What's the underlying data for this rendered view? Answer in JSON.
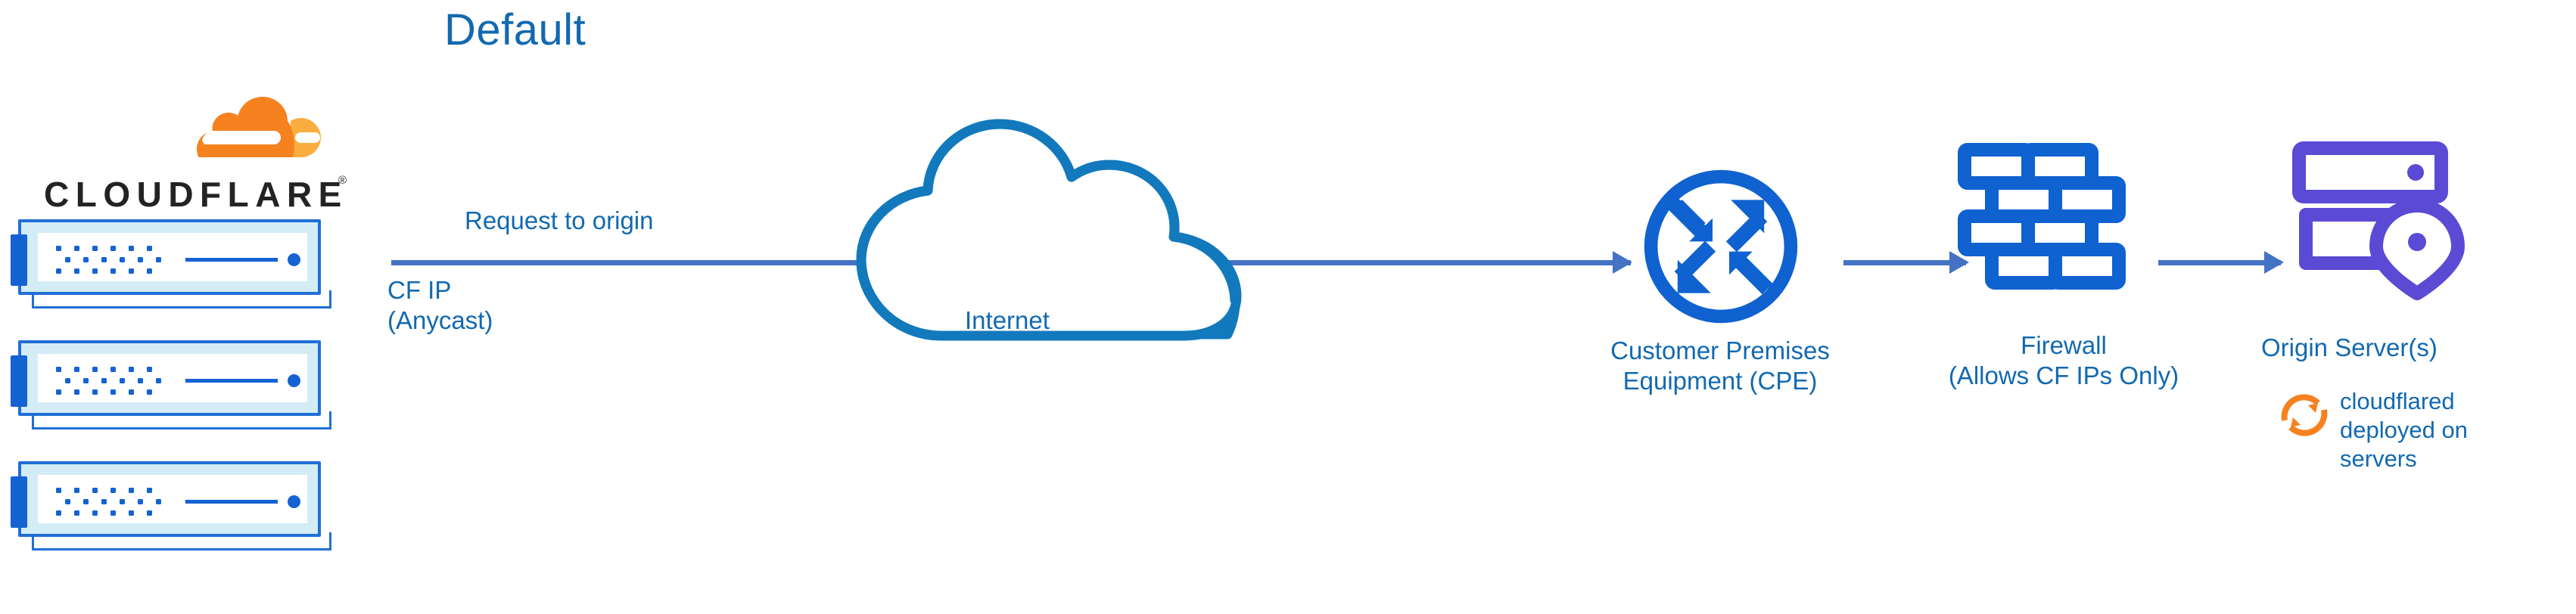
{
  "diagram": {
    "title": "Default",
    "type": "network-architecture-flow"
  },
  "brand": {
    "logo_wordmark": "CLOUDFLARE",
    "logo_trademark": "®",
    "logo_icon": "cloudflare-cloud-logo",
    "colors": {
      "orange_dark": "#f6821f",
      "orange_light": "#faae40",
      "wordmark": "#232323"
    }
  },
  "colors": {
    "title_blue": "#1269b0",
    "label_blue": "#1269b0",
    "arrow_blue": "#4472c4",
    "icon_blue": "#0f62d0",
    "cloud_outline_blue": "#1279bd",
    "server_blue": "#1562d3",
    "server_fill": "#d3ecf6",
    "origin_purple": "#5b4ad4",
    "cloudflared_orange": "#f6821f"
  },
  "servers": {
    "icon": "rack-server-icon",
    "count": 3,
    "dot_rows": 3,
    "dots_per_row": 6
  },
  "labels": {
    "request_to_origin": "Request to origin",
    "cf_ip": "CF IP\n(Anycast)",
    "internet": "Internet",
    "cpe": "Customer Premises\nEquipment (CPE)",
    "firewall": "Firewall\n(Allows CF IPs Only)",
    "origin_server": "Origin Server(s)",
    "cloudflared": "cloudflared\ndeployed on\nservers"
  },
  "nodes": [
    {
      "id": "cloudflare-edge",
      "label": "CLOUDFLARE",
      "icon": "rack-server-icon",
      "sublabel": "CF IP (Anycast)"
    },
    {
      "id": "internet",
      "label": "Internet",
      "icon": "cloud-outline-icon"
    },
    {
      "id": "cpe",
      "label": "Customer Premises Equipment (CPE)",
      "icon": "router-icon"
    },
    {
      "id": "firewall",
      "label": "Firewall (Allows CF IPs Only)",
      "icon": "brick-wall-icon"
    },
    {
      "id": "origin",
      "label": "Origin Server(s)",
      "icon": "server-location-pin-icon",
      "annotation": "cloudflared deployed on servers"
    }
  ],
  "edges": [
    {
      "from": "cloudflare-edge",
      "to": "cpe",
      "label": "Request to origin",
      "through": "internet"
    },
    {
      "from": "cpe",
      "to": "firewall",
      "label": ""
    },
    {
      "from": "firewall",
      "to": "origin",
      "label": ""
    }
  ],
  "icons": {
    "cloud": "cloud-outline-icon",
    "router": "router-icon",
    "firewall": "brick-wall-icon",
    "origin": "server-location-pin-icon",
    "cloudflared": "refresh-cycle-icon",
    "arrow": "arrow-right-icon"
  }
}
